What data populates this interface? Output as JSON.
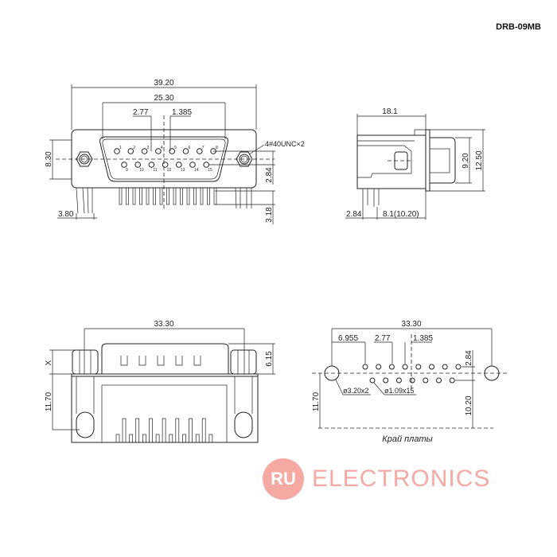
{
  "part_number": "DRB-09MB",
  "watermark": {
    "badge": "RU",
    "text": "ELECTRONICS",
    "color": "#f6a9a3"
  },
  "front_view": {
    "overall_width": "39.20",
    "shell_width": "25.30",
    "pin_pitch": "2.77",
    "half_pitch": "1.385",
    "height": "8.30",
    "row_offset": "2.84",
    "pin_length": "3.18",
    "leg_spacing": "3.80",
    "screw_thread": "4#40UNC×2",
    "pin_numbers_top": [
      "1",
      "2",
      "3",
      "4",
      "5",
      "6",
      "7",
      "8"
    ],
    "pin_numbers_bottom": [
      "9",
      "10",
      "11",
      "12",
      "13",
      "14",
      "15"
    ]
  },
  "side_view": {
    "depth": "18.1",
    "shell_height": "9.20",
    "flange_height": "12.50",
    "row_spacing": "2.84",
    "pin_distance": "8.1(10.20)"
  },
  "bottom_view": {
    "mount_spacing": "33.30",
    "x_label": "X",
    "leg_height": "11.70",
    "shell_height": "6.15"
  },
  "pcb_layout": {
    "mount_spacing": "33.30",
    "first_pin_offset": "6.955",
    "pin_pitch": "2.77",
    "half_pitch": "1.385",
    "row_spacing": "2.84",
    "mount_hole": "ø3.20x2",
    "pin_hole": "ø1.09x15",
    "edge_to_center": "11.70",
    "edge_to_row": "10.20",
    "board_edge_label": "Край платы"
  }
}
